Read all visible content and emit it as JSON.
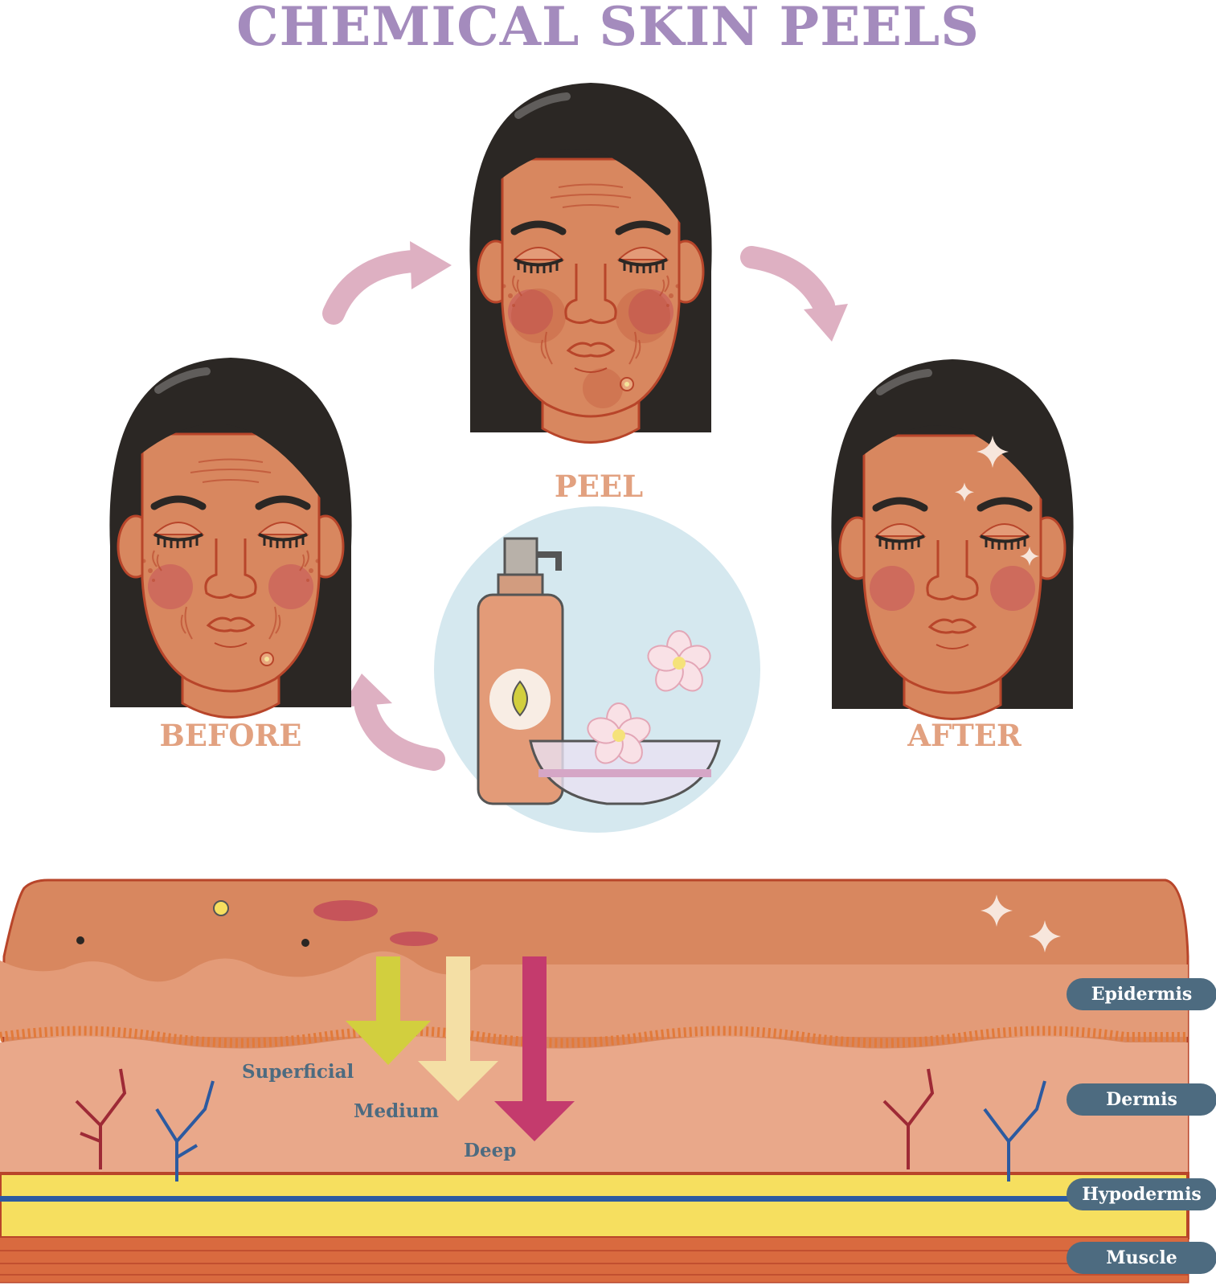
{
  "title": "CHEMICAL SKIN PEELS",
  "stages": {
    "before": "BEFORE",
    "peel": "PEEL",
    "after": "AFTER"
  },
  "peel_depths": {
    "superficial": "Superficial",
    "medium": "Medium",
    "deep": "Deep"
  },
  "skin_layers": {
    "epidermis": "Epidermis",
    "dermis": "Dermis",
    "hypodermis": "Hypodermis",
    "muscle": "Muscle"
  },
  "colors": {
    "title": "#a48bbd",
    "stage_label": "#e2a180",
    "hair": "#2b2724",
    "skin": "#d8875f",
    "outline": "#b8452a",
    "cycle_arrow": "#deb0c2",
    "pill": "#4d6b80",
    "arrow_superficial": "#d2cf3e",
    "arrow_medium": "#f4dfa5",
    "arrow_deep": "#c43b6d",
    "fat": "#f6df5f",
    "vein": "#2c5aa0",
    "artery": "#9e2a36"
  },
  "icons": [
    "cream-bottle-icon",
    "glass-bowl-icon",
    "flower-icon",
    "sparkle-icon"
  ]
}
